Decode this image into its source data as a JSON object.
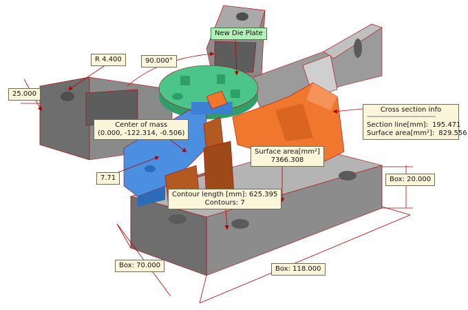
{
  "colors": {
    "accent_red": "#b00000",
    "label_bg": "#fbf6da",
    "label_border": "#6d6a55",
    "new_plate_bg": "#b2f0b7",
    "gray_part": "#8e8e8e",
    "green_part": "#4cc58a",
    "blue_part": "#4a8fe0",
    "orange_part": "#f0782e",
    "copper_part": "#b25a22"
  },
  "labels": {
    "new_die_plate": "New Die Plate",
    "radius": "R 4.400",
    "angle": "90.000°",
    "dim_left": "25.000",
    "dim_small": "7.71",
    "box_z": "Box:  20.000",
    "box_y": "Box:  70.000",
    "box_x": "Box: 118.000"
  },
  "center_of_mass": {
    "title": "Center of mass",
    "value": "(0.000, -122.314, -0.506)"
  },
  "surface_area": {
    "title": "Surface area[mm²]",
    "value": "7366.308"
  },
  "contour": {
    "length": "Contour length [mm]: 625.395",
    "count": "Contours: 7"
  },
  "cross_section": {
    "title": "Cross section info",
    "separator": "--------------------------------------",
    "line_label": "Section line[mm]:",
    "line_value": "195.471",
    "area_label": "Surface area[mm²]:",
    "area_value": "829.556"
  }
}
